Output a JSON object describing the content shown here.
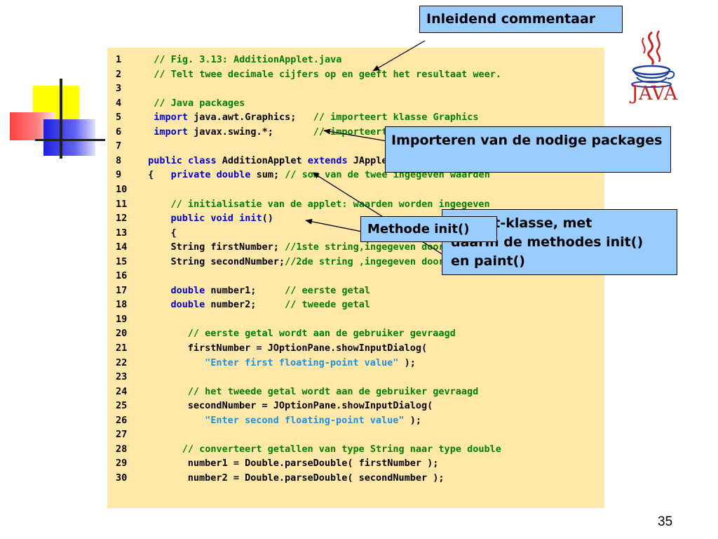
{
  "colors": {
    "code_background": "#ffe8a8",
    "callout_background": "#99ccff",
    "keyword": "#0000cc",
    "comment": "#008000",
    "string": "#1e90e0",
    "java_logo": "#cc2020"
  },
  "code": {
    "lines": [
      {
        "n": "1",
        "indent": 2,
        "tokens": [
          {
            "t": "// Fig. 3.13: AdditionApplet.java",
            "c": "cm"
          }
        ]
      },
      {
        "n": "2",
        "indent": 2,
        "tokens": [
          {
            "t": "// Telt twee decimale cijfers op en geeft het resultaat weer.",
            "c": "cm"
          }
        ]
      },
      {
        "n": "3",
        "indent": 0,
        "tokens": []
      },
      {
        "n": "4",
        "indent": 2,
        "tokens": [
          {
            "t": "// Java packages",
            "c": "cm"
          }
        ]
      },
      {
        "n": "5",
        "indent": 2,
        "tokens": [
          {
            "t": "import",
            "c": "kw"
          },
          {
            "t": " java.awt.Graphics;   ",
            "c": "plain"
          },
          {
            "t": "// importeert klasse Graphics",
            "c": "cm"
          }
        ]
      },
      {
        "n": "6",
        "indent": 2,
        "tokens": [
          {
            "t": "import",
            "c": "kw"
          },
          {
            "t": " javax.swing.*;       ",
            "c": "plain"
          },
          {
            "t": "// importeert package javax.swing",
            "c": "cm"
          }
        ]
      },
      {
        "n": "7",
        "indent": 0,
        "tokens": []
      },
      {
        "n": "8",
        "indent": 1,
        "tokens": [
          {
            "t": "public",
            "c": "kw"
          },
          {
            "t": " ",
            "c": "plain"
          },
          {
            "t": "class",
            "c": "kw"
          },
          {
            "t": " AdditionApplet ",
            "c": "plain"
          },
          {
            "t": "extends",
            "c": "kw"
          },
          {
            "t": " JApplet {",
            "c": "plain"
          }
        ]
      },
      {
        "n": "9",
        "indent": 1,
        "tokens": [
          {
            "t": "{   ",
            "c": "pu"
          },
          {
            "t": "private",
            "c": "kw"
          },
          {
            "t": " ",
            "c": "plain"
          },
          {
            "t": "double",
            "c": "kw"
          },
          {
            "t": " sum; ",
            "c": "plain"
          },
          {
            "t": "// som van de twee ingegeven waarden",
            "c": "cm"
          }
        ]
      },
      {
        "n": "10",
        "indent": 0,
        "tokens": []
      },
      {
        "n": "11",
        "indent": 5,
        "tokens": [
          {
            "t": "// initialisatie van de applet: waarden worden ingegeven",
            "c": "cm"
          }
        ]
      },
      {
        "n": "12",
        "indent": 5,
        "tokens": [
          {
            "t": "public",
            "c": "kw"
          },
          {
            "t": " ",
            "c": "plain"
          },
          {
            "t": "void",
            "c": "kw"
          },
          {
            "t": " ",
            "c": "plain"
          },
          {
            "t": "init",
            "c": "kw"
          },
          {
            "t": "()",
            "c": "plain"
          }
        ]
      },
      {
        "n": "13",
        "indent": 5,
        "tokens": [
          {
            "t": "{",
            "c": "plain"
          }
        ]
      },
      {
        "n": "14",
        "indent": 5,
        "tokens": [
          {
            "t": "String firstNumber; ",
            "c": "plain"
          },
          {
            "t": "//1ste string,ingegeven door de gebruiker",
            "c": "cm"
          }
        ]
      },
      {
        "n": "15",
        "indent": 5,
        "tokens": [
          {
            "t": "String secondNumber;",
            "c": "plain"
          },
          {
            "t": "//2de string ,ingegeven door de gebruiker",
            "c": "cm"
          }
        ]
      },
      {
        "n": "16",
        "indent": 0,
        "tokens": []
      },
      {
        "n": "17",
        "indent": 5,
        "tokens": [
          {
            "t": "double",
            "c": "kw"
          },
          {
            "t": " number1;     ",
            "c": "plain"
          },
          {
            "t": "// eerste getal",
            "c": "cm"
          }
        ]
      },
      {
        "n": "18",
        "indent": 5,
        "tokens": [
          {
            "t": "double",
            "c": "kw"
          },
          {
            "t": " number2;     ",
            "c": "plain"
          },
          {
            "t": "// tweede getal",
            "c": "cm"
          }
        ]
      },
      {
        "n": "19",
        "indent": 0,
        "tokens": []
      },
      {
        "n": "20",
        "indent": 8,
        "tokens": [
          {
            "t": "// eerste getal wordt aan de gebruiker gevraagd",
            "c": "cm"
          }
        ]
      },
      {
        "n": "21",
        "indent": 8,
        "tokens": [
          {
            "t": "firstNumber = JOptionPane.showInputDialog(",
            "c": "plain"
          }
        ]
      },
      {
        "n": "22",
        "indent": 11,
        "tokens": [
          {
            "t": "\"Enter first floating-point value\"",
            "c": "str"
          },
          {
            "t": " );",
            "c": "plain"
          }
        ]
      },
      {
        "n": "23",
        "indent": 0,
        "tokens": []
      },
      {
        "n": "24",
        "indent": 8,
        "tokens": [
          {
            "t": "// het tweede getal wordt aan de gebruiker gevraagd",
            "c": "cm"
          }
        ]
      },
      {
        "n": "25",
        "indent": 8,
        "tokens": [
          {
            "t": "secondNumber = JOptionPane.showInputDialog(",
            "c": "plain"
          }
        ]
      },
      {
        "n": "26",
        "indent": 11,
        "tokens": [
          {
            "t": "\"Enter second floating-point value\"",
            "c": "str"
          },
          {
            "t": " );",
            "c": "plain"
          }
        ]
      },
      {
        "n": "27",
        "indent": 0,
        "tokens": []
      },
      {
        "n": "28",
        "indent": 7,
        "tokens": [
          {
            "t": "// converteert getallen van type String naar type double",
            "c": "cm"
          }
        ]
      },
      {
        "n": "29",
        "indent": 8,
        "tokens": [
          {
            "t": "number1 = Double.parseDouble( firstNumber );",
            "c": "plain"
          }
        ]
      },
      {
        "n": "30",
        "indent": 8,
        "tokens": [
          {
            "t": "number2 = Double.parseDouble( secondNumber );",
            "c": "plain"
          }
        ]
      }
    ]
  },
  "callouts": {
    "commentaar": "Inleidend commentaar",
    "importeren": "Importeren van de nodige packages",
    "klasse": "Applet-klasse, met\ndaarin de methodes init()\nen paint()",
    "init": "Methode init()"
  },
  "logo": {
    "text": "JAVA"
  },
  "page_number": "35"
}
